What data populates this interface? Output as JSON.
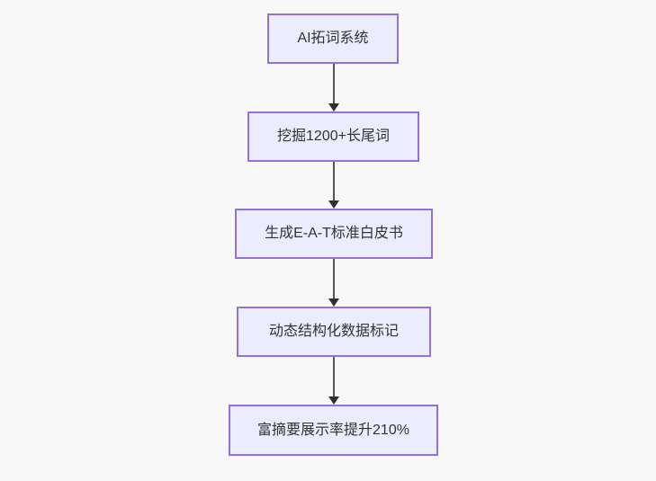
{
  "diagram": {
    "type": "flowchart",
    "direction": "top-down",
    "colors": {
      "background": "#f8f8f8",
      "node-fill": "#ececff",
      "node-border": "#9370db",
      "edge-line": "#555555",
      "arrowhead": "#2f2f2f",
      "text": "#333333"
    },
    "nodes": [
      {
        "id": "A",
        "label": "AI拓词系统"
      },
      {
        "id": "B",
        "label": "挖掘1200+长尾词"
      },
      {
        "id": "C",
        "label": "生成E-A-T标准白皮书"
      },
      {
        "id": "D",
        "label": "动态结构化数据标记"
      },
      {
        "id": "E",
        "label": "富摘要展示率提升210%"
      }
    ],
    "edges": [
      {
        "from": "A",
        "to": "B"
      },
      {
        "from": "B",
        "to": "C"
      },
      {
        "from": "C",
        "to": "D"
      },
      {
        "from": "D",
        "to": "E"
      }
    ]
  }
}
